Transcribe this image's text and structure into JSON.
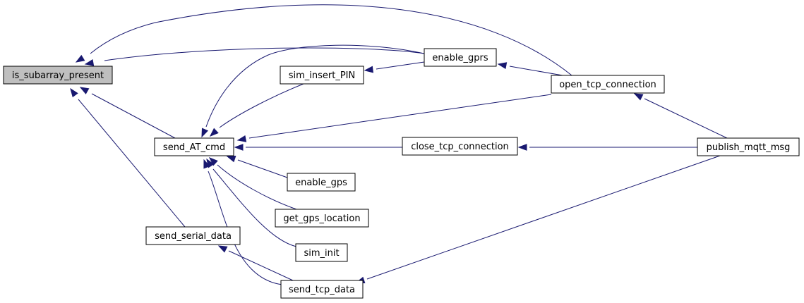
{
  "diagram": {
    "type": "call-graph",
    "edge_color": "#191970",
    "root_fill": "#bfbfbf",
    "nodes": [
      {
        "id": "is_subarray_present",
        "label": "is_subarray_present",
        "root": true
      },
      {
        "id": "send_AT_cmd",
        "label": "send_AT_cmd"
      },
      {
        "id": "send_serial_data",
        "label": "send_serial_data"
      },
      {
        "id": "sim_insert_PIN",
        "label": "sim_insert_PIN"
      },
      {
        "id": "enable_gprs",
        "label": "enable_gprs"
      },
      {
        "id": "close_tcp_connection",
        "label": "close_tcp_connection"
      },
      {
        "id": "enable_gps",
        "label": "enable_gps"
      },
      {
        "id": "get_gps_location",
        "label": "get_gps_location"
      },
      {
        "id": "sim_init",
        "label": "sim_init"
      },
      {
        "id": "send_tcp_data",
        "label": "send_tcp_data"
      },
      {
        "id": "open_tcp_connection",
        "label": "open_tcp_connection"
      },
      {
        "id": "publish_mqtt_msg",
        "label": "publish_mqtt_msg"
      }
    ],
    "edges": [
      {
        "from": "enable_gprs",
        "to": "is_subarray_present"
      },
      {
        "from": "open_tcp_connection",
        "to": "is_subarray_present"
      },
      {
        "from": "send_AT_cmd",
        "to": "is_subarray_present"
      },
      {
        "from": "send_serial_data",
        "to": "is_subarray_present"
      },
      {
        "from": "sim_insert_PIN",
        "to": "send_AT_cmd"
      },
      {
        "from": "enable_gprs",
        "to": "send_AT_cmd"
      },
      {
        "from": "open_tcp_connection",
        "to": "send_AT_cmd"
      },
      {
        "from": "close_tcp_connection",
        "to": "send_AT_cmd"
      },
      {
        "from": "enable_gps",
        "to": "send_AT_cmd"
      },
      {
        "from": "get_gps_location",
        "to": "send_AT_cmd"
      },
      {
        "from": "sim_init",
        "to": "send_AT_cmd"
      },
      {
        "from": "send_tcp_data",
        "to": "send_AT_cmd"
      },
      {
        "from": "enable_gprs",
        "to": "sim_insert_PIN"
      },
      {
        "from": "open_tcp_connection",
        "to": "enable_gprs"
      },
      {
        "from": "publish_mqtt_msg",
        "to": "open_tcp_connection"
      },
      {
        "from": "publish_mqtt_msg",
        "to": "close_tcp_connection"
      },
      {
        "from": "publish_mqtt_msg",
        "to": "send_tcp_data"
      },
      {
        "from": "send_tcp_data",
        "to": "send_serial_data"
      }
    ]
  }
}
